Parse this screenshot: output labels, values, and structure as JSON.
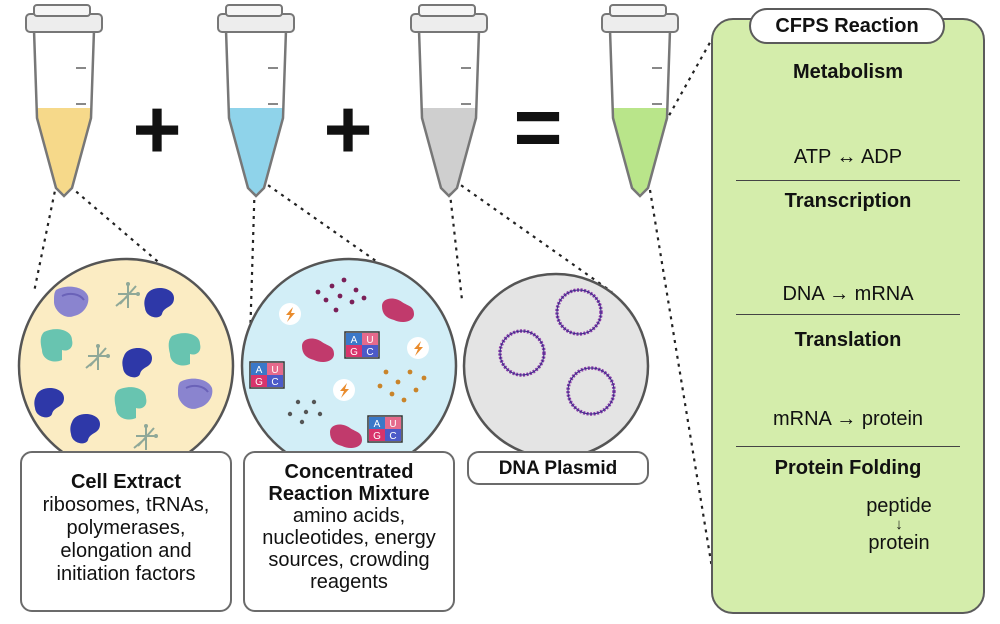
{
  "operators": {
    "plus": "+",
    "equals": "="
  },
  "cell_extract": {
    "title": "Cell Extract",
    "body": "ribosomes, tRNAs, polymerases, elongation and initiation factors"
  },
  "reaction_mixture": {
    "title": "Concentrated Reaction Mixture",
    "body": "amino acids, nucleotides, energy sources, crowding reagents",
    "codon_top": [
      "A",
      "U"
    ],
    "codon_bottom": [
      "G",
      "C"
    ]
  },
  "dna_plasmid": {
    "title": "DNA Plasmid"
  },
  "cfps": {
    "title": "CFPS Reaction",
    "sections": [
      {
        "heading": "Metabolism",
        "detail": "ATP ↔ ADP"
      },
      {
        "heading": "Transcription",
        "detail": "DNA → mRNA"
      },
      {
        "heading": "Translation",
        "detail": "mRNA → protein"
      },
      {
        "heading": "Protein Folding",
        "detail_top": "peptide",
        "arrow": "↓",
        "detail_bottom": "protein"
      }
    ]
  },
  "colors": {
    "cell_extract_liquid": "#f6d98a",
    "reaction_mix_liquid": "#8fd3ea",
    "plasmid_liquid": "#cfcfcf",
    "cfps_liquid": "#b9e58a",
    "cfps_panel": "#d4edab",
    "circle_cell": "#fbecc3",
    "circle_mix": "#d2eef7",
    "circle_dna": "#e4e4e4"
  }
}
